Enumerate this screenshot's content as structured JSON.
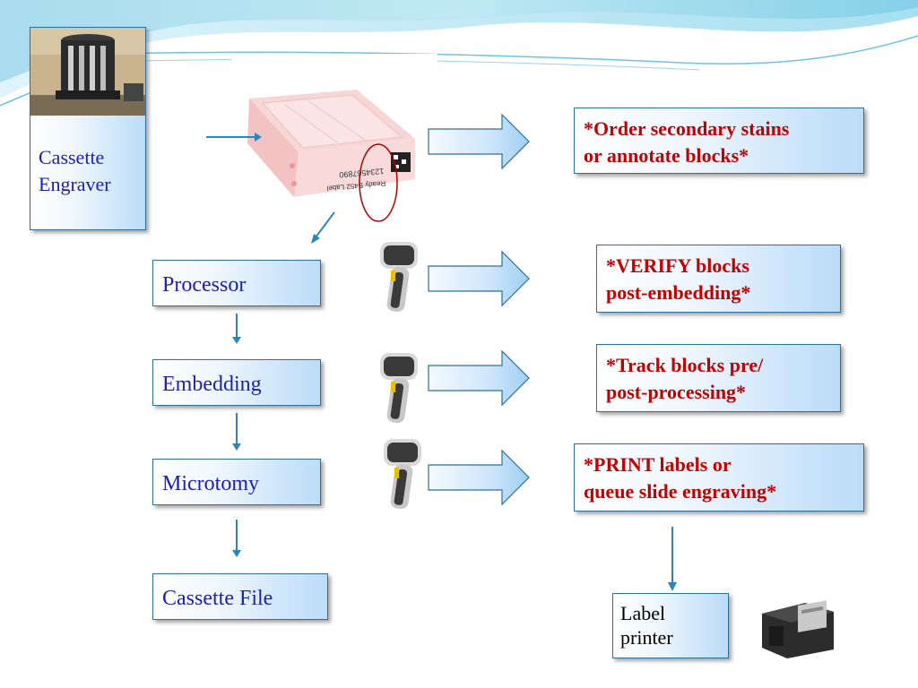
{
  "engraver": {
    "lines": [
      "Cassette",
      "Engraver"
    ],
    "icon": "cassette-engraver-photo"
  },
  "cassette_tray": {
    "label_text": "Ready B452 Label",
    "number": "1234567890",
    "icon": "cassette-tray-photo"
  },
  "steps": [
    {
      "label": "Processor"
    },
    {
      "label": "Embedding"
    },
    {
      "label": "Microtomy"
    },
    {
      "label": "Cassette File"
    }
  ],
  "actions": [
    {
      "lines": [
        "*Order secondary stains",
        "or annotate blocks*"
      ]
    },
    {
      "lines": [
        "*VERIFY blocks",
        "post-embedding*"
      ]
    },
    {
      "lines": [
        "*Track blocks pre/",
        "post-processing*"
      ]
    },
    {
      "lines": [
        "*PRINT labels or",
        "queue slide engraving*"
      ]
    }
  ],
  "label_printer": {
    "lines": [
      "Label",
      "printer"
    ],
    "icon": "label-printer-photo"
  },
  "scanner_icon": "barcode-scanner-icon",
  "colors": {
    "step_text": "#1f1fae",
    "action_text": "#c00000",
    "box_border": "#2f6f9a",
    "arrow_fill": "#cfe6fb",
    "connector": "#2a86b8",
    "highlight_circle": "#b00000"
  }
}
